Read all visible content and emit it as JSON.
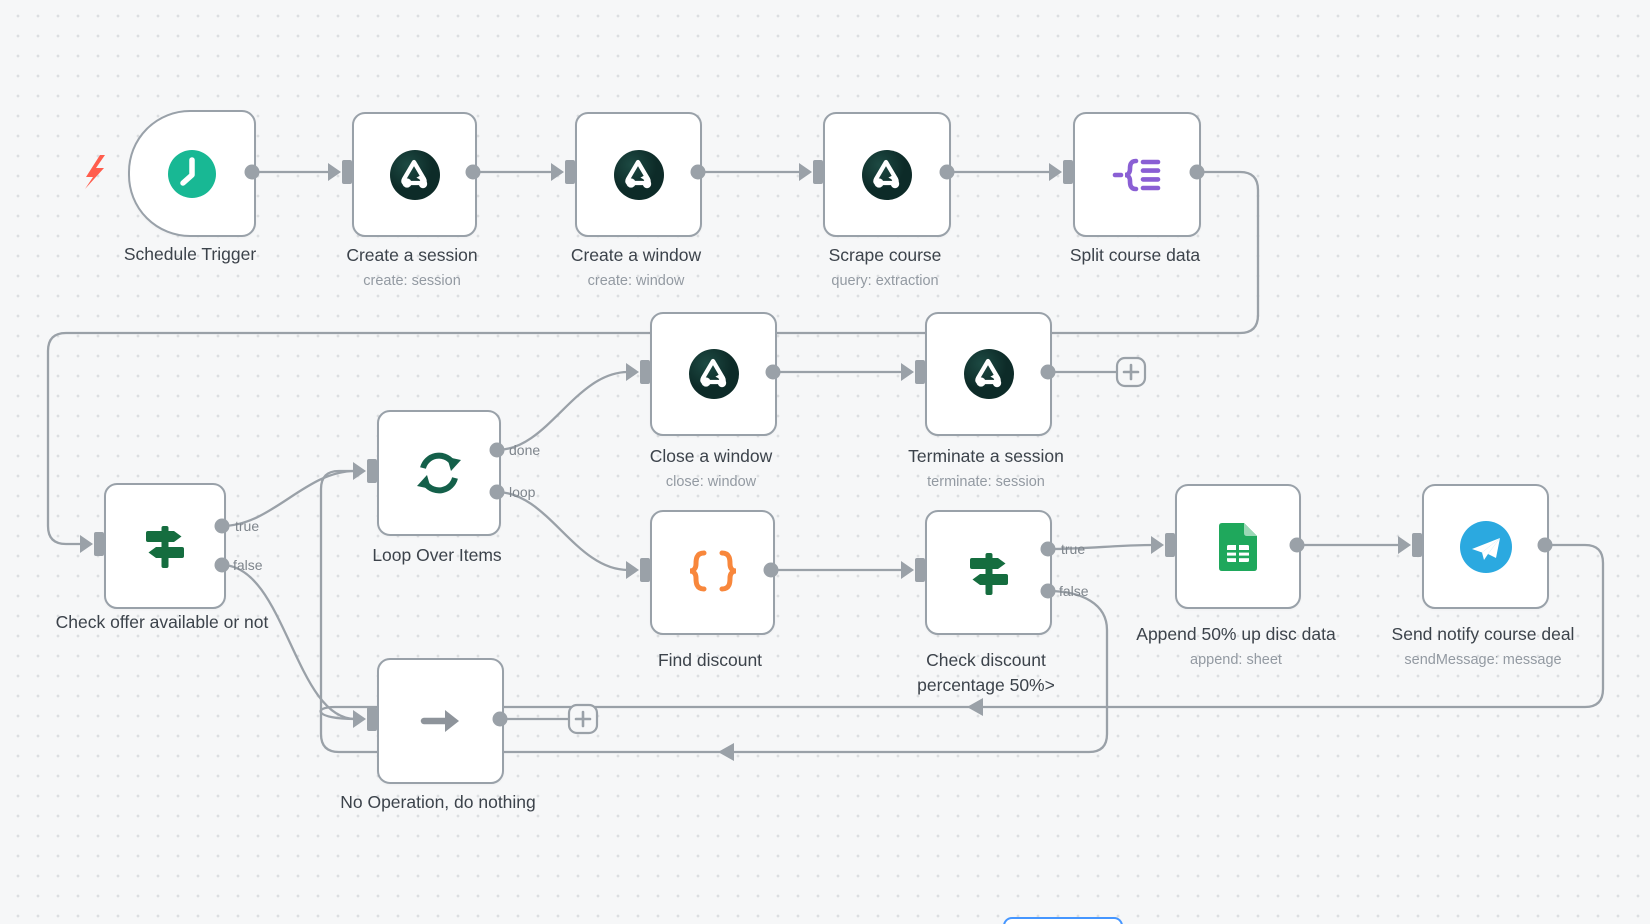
{
  "app": "n8n workflow canvas",
  "nodes": {
    "schedule": {
      "label": "Schedule Trigger"
    },
    "create_session": {
      "label": "Create a session",
      "sublabel": "create: session"
    },
    "create_window": {
      "label": "Create a window",
      "sublabel": "create: window"
    },
    "scrape": {
      "label": "Scrape course",
      "sublabel": "query: extraction"
    },
    "split": {
      "label": "Split course data"
    },
    "check_offer": {
      "label": "Check offer available or not"
    },
    "loop": {
      "label": "Loop Over Items"
    },
    "close_window": {
      "label": "Close a window",
      "sublabel": "close: window"
    },
    "terminate": {
      "label": "Terminate a session",
      "sublabel": "terminate: session"
    },
    "find_discount": {
      "label": "Find discount"
    },
    "check_discount": {
      "label": "Check discount percentage 50%>"
    },
    "append": {
      "label": "Append 50% up disc data",
      "sublabel": "append: sheet"
    },
    "send": {
      "label": "Send notify course deal",
      "sublabel": "sendMessage: message"
    },
    "noop": {
      "label": "No Operation, do nothing"
    }
  },
  "ports": {
    "true": "true",
    "false": "false",
    "done": "done",
    "loop": "loop"
  },
  "colors": {
    "canvas_bg": "#f6f7f8",
    "dot_grid": "#dcdee1",
    "wire": "#9aa1a8",
    "node_border": "#99a1a9",
    "text": "#3c434b",
    "subtext": "#939aa2",
    "port_label": "#7e858c",
    "schedule_green": "#18b894",
    "airtop_dark": "#0d2b28",
    "airtop_light": "#1d4a43",
    "split_purple": "#8a5fd4",
    "if_green": "#156d3f",
    "loop_green": "#14604a",
    "code_orange": "#f8873c",
    "sheets_green": "#1fa85c",
    "sheets_fold": "#9bd8b6",
    "telegram_blue": "#2ba9e0",
    "noop_gray": "#8e949b",
    "bolt_red": "#ff5d4d",
    "selected_blue": "#4596ff"
  }
}
